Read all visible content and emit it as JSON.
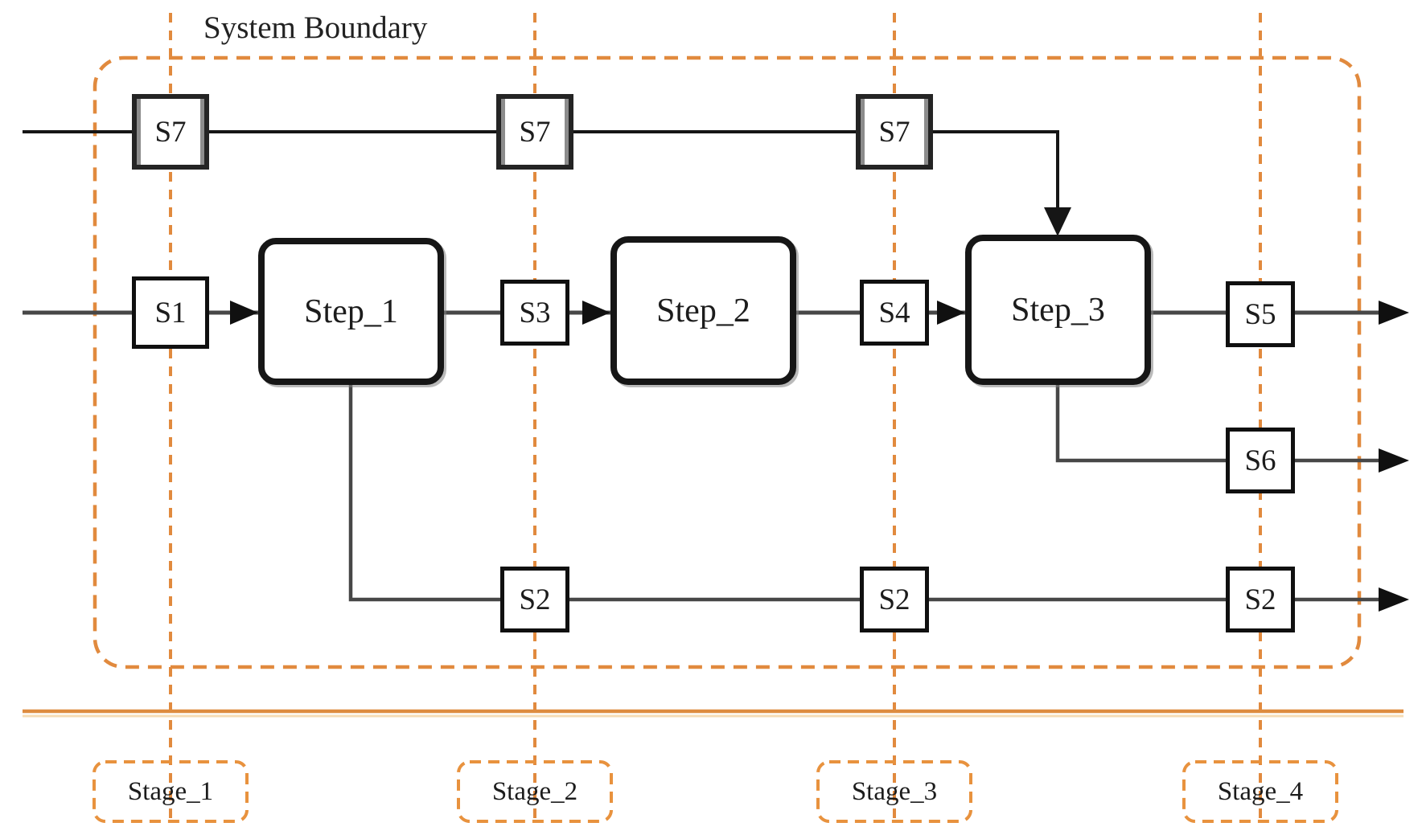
{
  "boundary": {
    "label": "System Boundary"
  },
  "steps": [
    {
      "label": "Step_1"
    },
    {
      "label": "Step_2"
    },
    {
      "label": "Step_3"
    }
  ],
  "s7_row": {
    "labels": [
      "S7",
      "S7",
      "S7"
    ]
  },
  "main_row": {
    "s1": "S1",
    "s3": "S3",
    "s4": "S4",
    "s5": "S5"
  },
  "s6_label": "S6",
  "s2_row": {
    "labels": [
      "S2",
      "S2",
      "S2"
    ]
  },
  "stages": [
    {
      "label": "Stage_1"
    },
    {
      "label": "Stage_2"
    },
    {
      "label": "Stage_3"
    },
    {
      "label": "Stage_4"
    }
  ],
  "colors": {
    "dashed_orange": "#E18A3E",
    "solid_orange_line": "#DE8C3F",
    "flow_line_gray": "#474747",
    "flow_line_black": "#161616",
    "box_border_black": "#101010",
    "s7_border_gray": "#8C8C8C",
    "text": "#1C1C1C"
  }
}
